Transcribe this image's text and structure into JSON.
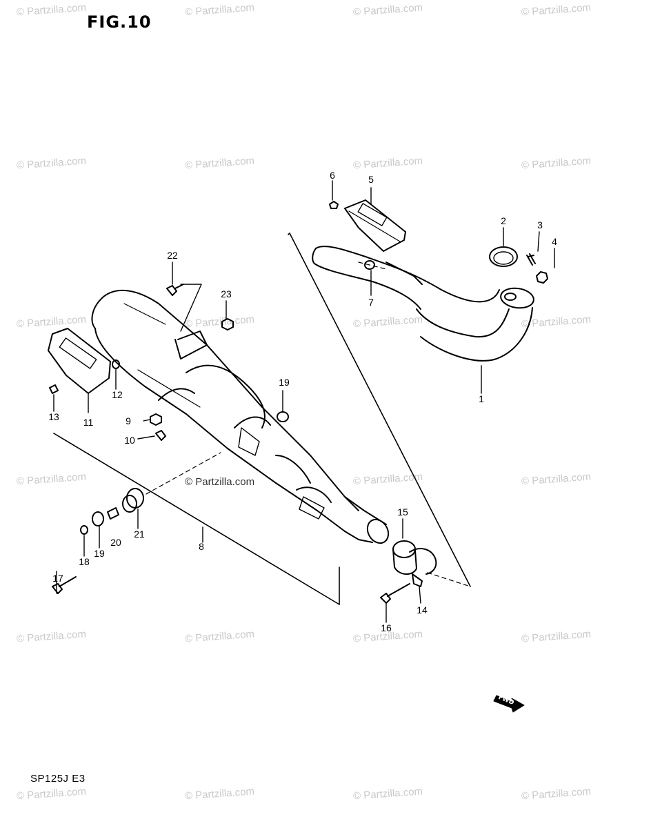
{
  "figure": {
    "title": "FIG.10",
    "model_code": "SP125J  E3"
  },
  "watermarks": {
    "repeat_text": "© Partzilla.com",
    "center_text": "© Partzilla.com"
  },
  "fwd_label": "FWD",
  "callouts": [
    {
      "id": "c1",
      "label": "1"
    },
    {
      "id": "c2",
      "label": "2"
    },
    {
      "id": "c3",
      "label": "3"
    },
    {
      "id": "c4",
      "label": "4"
    },
    {
      "id": "c5",
      "label": "5"
    },
    {
      "id": "c6",
      "label": "6"
    },
    {
      "id": "c7",
      "label": "7"
    },
    {
      "id": "c8",
      "label": "8"
    },
    {
      "id": "c9",
      "label": "9"
    },
    {
      "id": "c10",
      "label": "10"
    },
    {
      "id": "c11",
      "label": "11"
    },
    {
      "id": "c12",
      "label": "12"
    },
    {
      "id": "c13",
      "label": "13"
    },
    {
      "id": "c14",
      "label": "14"
    },
    {
      "id": "c15",
      "label": "15"
    },
    {
      "id": "c16",
      "label": "16"
    },
    {
      "id": "c17",
      "label": "17"
    },
    {
      "id": "c18",
      "label": "18"
    },
    {
      "id": "c19a",
      "label": "19"
    },
    {
      "id": "c19b",
      "label": "19"
    },
    {
      "id": "c20",
      "label": "20"
    },
    {
      "id": "c21",
      "label": "21"
    },
    {
      "id": "c22",
      "label": "22"
    },
    {
      "id": "c23",
      "label": "23"
    }
  ],
  "colors": {
    "ink": "#000000",
    "paper": "#ffffff",
    "watermark": "#c9c9c9"
  }
}
